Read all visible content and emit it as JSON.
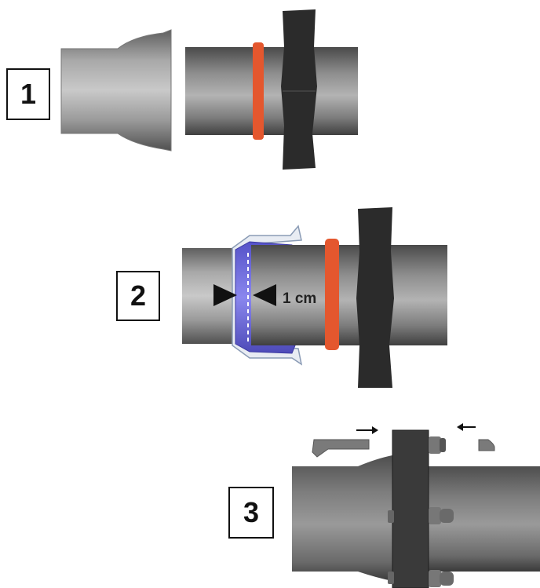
{
  "steps": [
    {
      "number": "1"
    },
    {
      "number": "2"
    },
    {
      "number": "3"
    }
  ],
  "gap_label": "1 cm",
  "colors": {
    "pipe": "#9b9b9b",
    "flange": "#2b2b2b",
    "gasket": "#e4572e",
    "sleeve": "#6b68d8",
    "arrow": "#111111"
  }
}
